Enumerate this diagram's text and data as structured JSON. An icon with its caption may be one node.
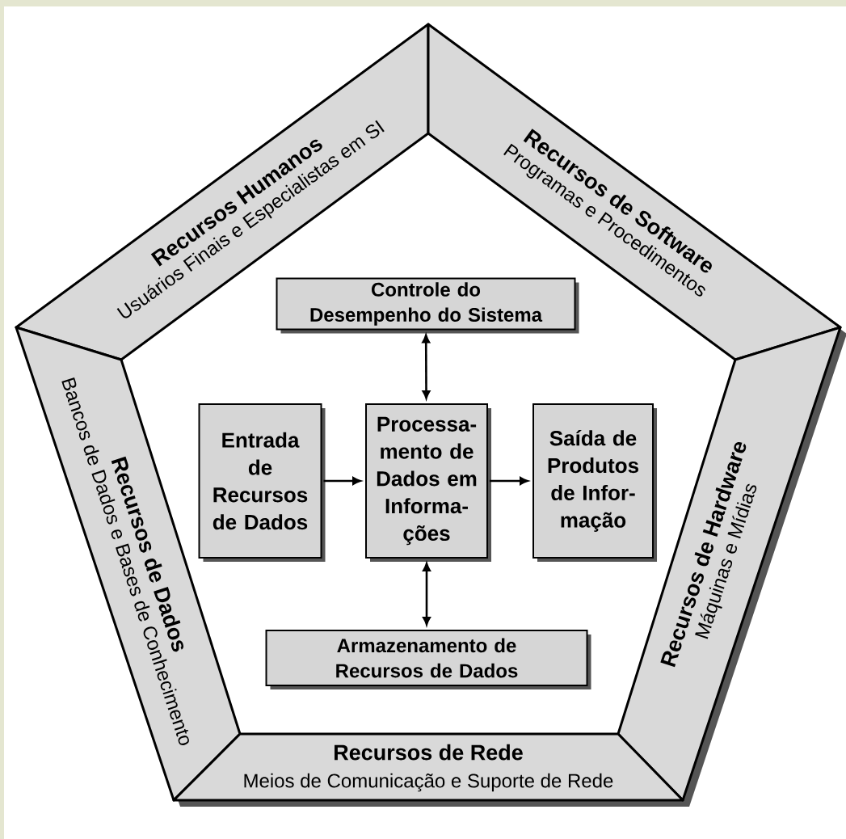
{
  "diagram": {
    "nodes": [
      {
        "text": [
          "Recursos Humanos",
          "Usuários Finais e Especialistas em SI"
        ]
      },
      {
        "text": [
          "Recursos de Software",
          "Programas e Procedimentos"
        ]
      },
      {
        "text": [
          "Recursos de Dados",
          "Bancos de Dados e Bases de Conhecimento"
        ]
      },
      {
        "text": [
          "Recursos de Hardware",
          "Máquinas e Mídias"
        ]
      },
      {
        "text": [
          "Recursos de Rede",
          "Meios de Comunicação e Suporte de Rede"
        ]
      },
      {
        "text": [
          "Controle do Desempenho do Sistema"
        ]
      },
      {
        "text": [
          "Entrada de Recursos de Dados"
        ]
      },
      {
        "text": [
          "Processa- mento de Dados em Informa- ções"
        ]
      },
      {
        "text": [
          "Saída de Produtos de Infor- mação"
        ]
      },
      {
        "text": [
          "Armazenamento de Recursos de Dados"
        ]
      }
    ],
    "edges": [
      {
        "from": 5,
        "to": 7,
        "arrow": "both"
      },
      {
        "from": 6,
        "to": 7,
        "arrow": "to"
      },
      {
        "from": 7,
        "to": 8,
        "arrow": "to"
      },
      {
        "from": 7,
        "to": 9,
        "arrow": "both"
      }
    ]
  }
}
